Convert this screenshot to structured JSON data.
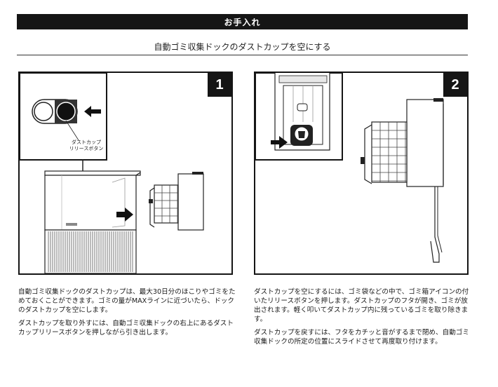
{
  "header": {
    "title": "お手入れ"
  },
  "section": {
    "subtitle": "自動ゴミ収集ドックのダストカップを空にする"
  },
  "steps": [
    {
      "number": "1",
      "inset_label": "ダストカップ\nリリースボタン",
      "paragraphs": [
        "自動ゴミ収集ドックのダストカップは、最大30日分のほこりやゴミをためておくことができます。ゴミの量がMAXラインに近づいたら、ドックのダストカップを空にします。",
        "ダストカップを取り外すには、自動ゴミ収集ドックの右上にあるダストカップリリースボタンを押しながら引き出します。"
      ]
    },
    {
      "number": "2",
      "paragraphs": [
        "ダストカップを空にするには、ゴミ袋などの中で、ゴミ箱アイコンの付いたリリースボタンを押します。ダストカップのフタが開き、ゴミが放出されます。軽く叩いてダストカップ内に残っているゴミを取り除きます。",
        "ダストカップを戻すには、フタをカチッと音がするまで閉め、自動ゴミ収集ドックの所定の位置にスライドさせて再度取り付けます。"
      ]
    }
  ]
}
